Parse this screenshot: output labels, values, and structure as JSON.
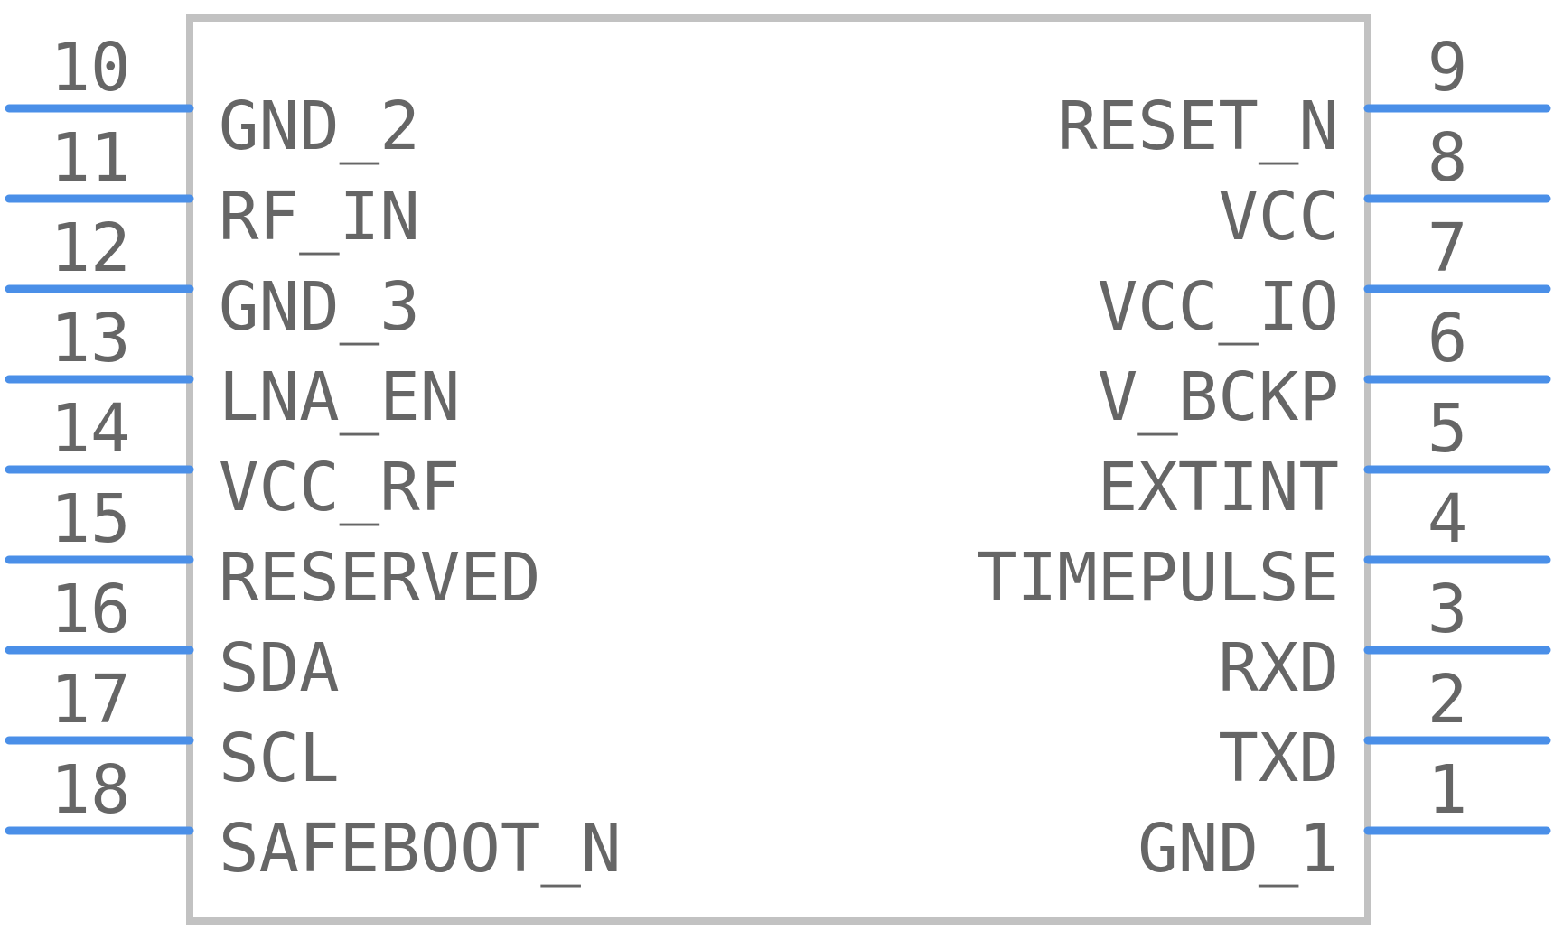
{
  "component": {
    "colors": {
      "body_outline": "#c2c2c2",
      "pin_line": "#4a8fe8",
      "text": "#666666",
      "background": "#ffffff"
    },
    "left_pins": [
      {
        "number": "10",
        "name": "GND_2"
      },
      {
        "number": "11",
        "name": "RF_IN"
      },
      {
        "number": "12",
        "name": "GND_3"
      },
      {
        "number": "13",
        "name": "LNA_EN"
      },
      {
        "number": "14",
        "name": "VCC_RF"
      },
      {
        "number": "15",
        "name": "RESERVED"
      },
      {
        "number": "16",
        "name": "SDA"
      },
      {
        "number": "17",
        "name": "SCL"
      },
      {
        "number": "18",
        "name": "SAFEBOOT_N"
      }
    ],
    "right_pins": [
      {
        "number": "9",
        "name": "RESET_N"
      },
      {
        "number": "8",
        "name": "VCC"
      },
      {
        "number": "7",
        "name": "VCC_IO"
      },
      {
        "number": "6",
        "name": "V_BCKP"
      },
      {
        "number": "5",
        "name": "EXTINT"
      },
      {
        "number": "4",
        "name": "TIMEPULSE"
      },
      {
        "number": "3",
        "name": "RXD"
      },
      {
        "number": "2",
        "name": "TXD"
      },
      {
        "number": "1",
        "name": "GND_1"
      }
    ]
  }
}
